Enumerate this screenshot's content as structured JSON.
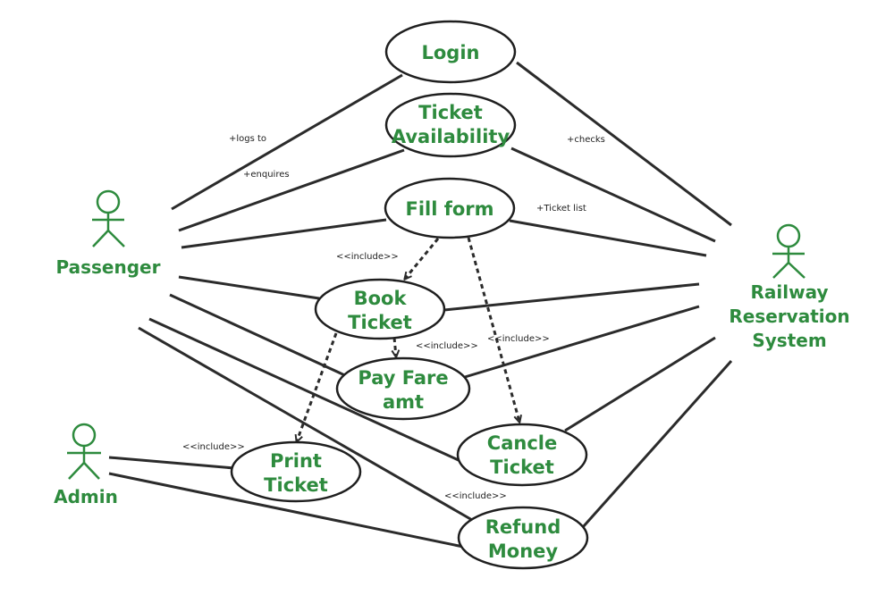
{
  "colors": {
    "accent": "#2e8b3e",
    "line": "#2b2b2b"
  },
  "actors": {
    "passenger": "Passenger",
    "admin": "Admin",
    "system": [
      "Railway",
      "Reservation",
      "System"
    ]
  },
  "use_cases": {
    "login": [
      "Login"
    ],
    "ticket_availability": [
      "Ticket",
      "Availability"
    ],
    "fill_form": [
      "Fill form"
    ],
    "book_ticket": [
      "Book",
      "Ticket"
    ],
    "pay_fare": [
      "Pay Fare",
      "amt"
    ],
    "print_ticket": [
      "Print",
      "Ticket"
    ],
    "cancel_ticket": [
      "Cancle",
      "Ticket"
    ],
    "refund_money": [
      "Refund",
      "Money"
    ]
  },
  "labels": {
    "logs_to": "+logs to",
    "enquires": "+enquires",
    "checks": "+checks",
    "ticket_list": "+Ticket list",
    "include_book": "<<include>>",
    "include_pay": "<<include>>",
    "include_cancel": "<<include>>",
    "include_print": "<<include>>",
    "include_refund": "<<include>>"
  }
}
